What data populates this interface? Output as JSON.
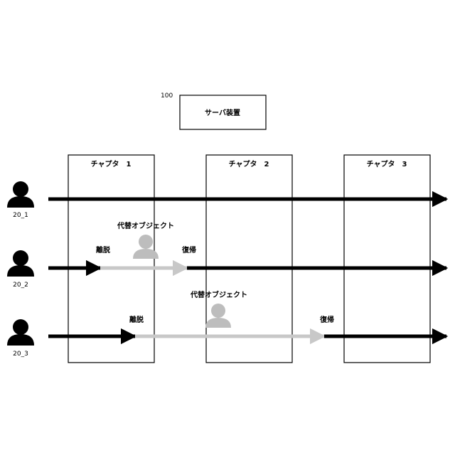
{
  "server": {
    "ref": "100",
    "label": "サーバ装置"
  },
  "chapters": [
    {
      "label": "チャプタ　1"
    },
    {
      "label": "チャプタ　2"
    },
    {
      "label": "チャプタ　3"
    }
  ],
  "users": [
    {
      "id": "20_1"
    },
    {
      "id": "20_2",
      "leave_label": "離脱",
      "return_label": "復帰",
      "substitute_label": "代替オブジェクト"
    },
    {
      "id": "20_3",
      "leave_label": "離脱",
      "return_label": "復帰",
      "substitute_label": "代替オブジェクト"
    }
  ],
  "colors": {
    "active_line": "#000000",
    "substitute_line": "#c8c8c8",
    "substitute_icon": "#bdbdbd"
  }
}
